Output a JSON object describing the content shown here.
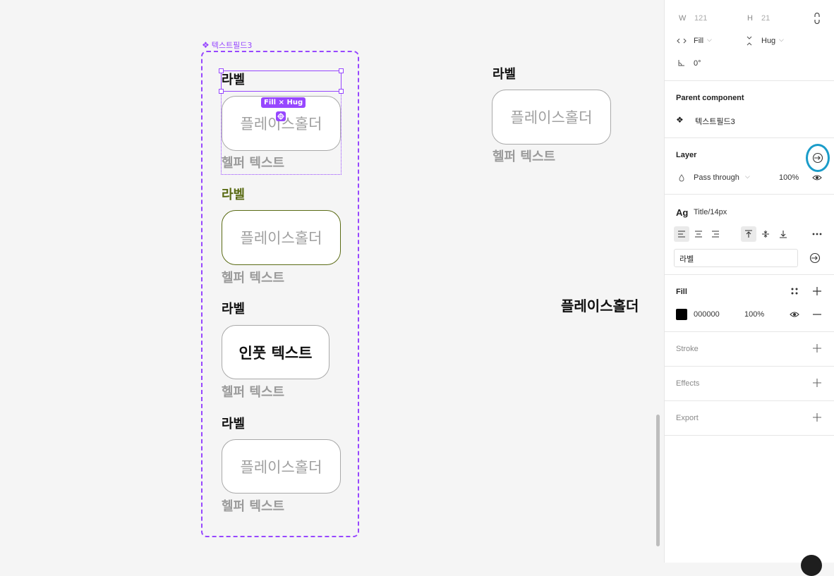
{
  "canvas": {
    "component_name": "텍스트필드3",
    "selection_badge": "Fill × Hug",
    "fields": [
      {
        "label": "라벨",
        "value": "플레이스홀더",
        "helper": "헬퍼 텍스트",
        "label_color": "#111111",
        "border_color": "#a9a9a9"
      },
      {
        "label": "라벨",
        "value": "플레이스홀더",
        "helper": "헬퍼 텍스트",
        "label_color": "#5a6b14",
        "border_color": "#5a6b14"
      },
      {
        "label": "라벨",
        "value": "인풋 텍스트",
        "helper": "헬퍼 텍스트",
        "label_color": "#111111",
        "border_color": "#a9a9a9"
      },
      {
        "label": "라벨",
        "value": "플레이스홀더",
        "helper": "헬퍼 텍스트",
        "label_color": "#111111",
        "border_color": "#a9a9a9"
      }
    ],
    "standalone": {
      "label": "라벨",
      "value": "플레이스홀더",
      "helper": "헬퍼 텍스트"
    },
    "floating_text": "플레이스홀더"
  },
  "panel": {
    "dimensions": {
      "w_label": "W",
      "w_value": "121",
      "h_label": "H",
      "h_value": "21"
    },
    "resizing": {
      "horizontal": "Fill",
      "vertical": "Hug"
    },
    "rotation": "0°",
    "parent_component": {
      "title": "Parent component",
      "name": "텍스트필드3"
    },
    "layer": {
      "title": "Layer",
      "blend_mode": "Pass through",
      "opacity": "100%"
    },
    "text": {
      "ag": "Ag",
      "style_name": "Title/14px",
      "content": "라벨"
    },
    "fill": {
      "title": "Fill",
      "hex": "000000",
      "opacity": "100%",
      "color": "#000000"
    },
    "stroke": {
      "title": "Stroke"
    },
    "effects": {
      "title": "Effects"
    },
    "export": {
      "title": "Export"
    }
  },
  "colors": {
    "accent": "#9747ff",
    "highlight_ring": "#1a9cc9"
  }
}
